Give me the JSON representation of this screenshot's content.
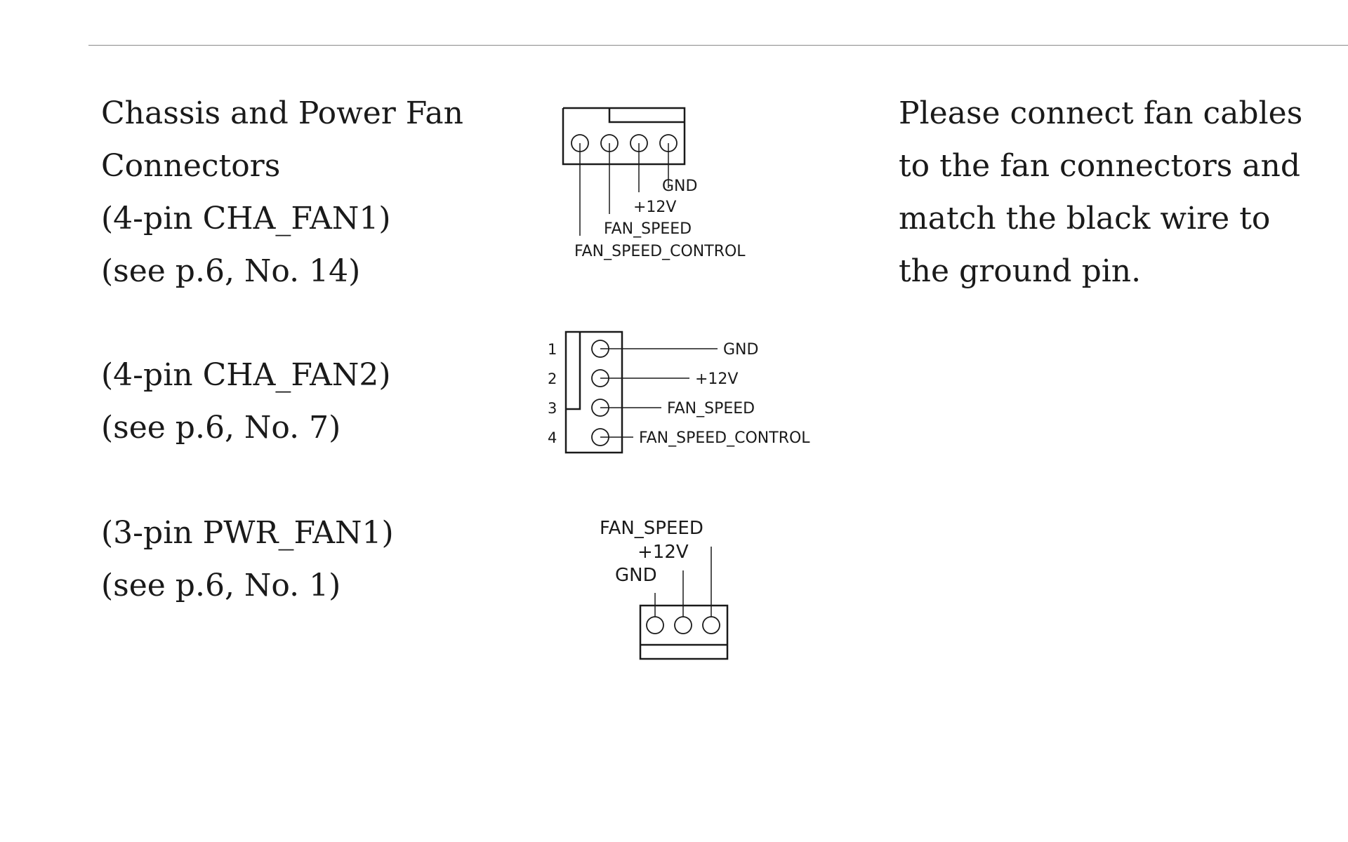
{
  "section1": {
    "title_line1": "Chassis and Power Fan",
    "title_line2": "Connectors",
    "pin_label": "(4-pin CHA_FAN1)",
    "ref": "(see p.6, No. 14)"
  },
  "section2": {
    "pin_label": "(4-pin CHA_FAN2)",
    "ref": "(see p.6, No. 7)"
  },
  "section3": {
    "pin_label": "(3-pin PWR_FAN1)",
    "ref": "(see p.6, No. 1)"
  },
  "note": {
    "lines": [
      "Please connect fan cables",
      "to the fan connectors and",
      "match the black wire to",
      "the ground pin."
    ]
  },
  "diagram_cha_fan1": {
    "pins": [
      "GND",
      "+12V",
      "FAN_SPEED",
      "FAN_SPEED_CONTROL"
    ]
  },
  "diagram_cha_fan2": {
    "pin_numbers": [
      "1",
      "2",
      "3",
      "4"
    ],
    "pins": [
      "GND",
      "+12V",
      "FAN_SPEED",
      "FAN_SPEED_CONTROL"
    ]
  },
  "diagram_pwr_fan1": {
    "pins": [
      "FAN_SPEED",
      "+12V",
      "GND"
    ]
  },
  "colors": {
    "ink": "#1a1a1a",
    "rule": "#8a8a8a"
  }
}
